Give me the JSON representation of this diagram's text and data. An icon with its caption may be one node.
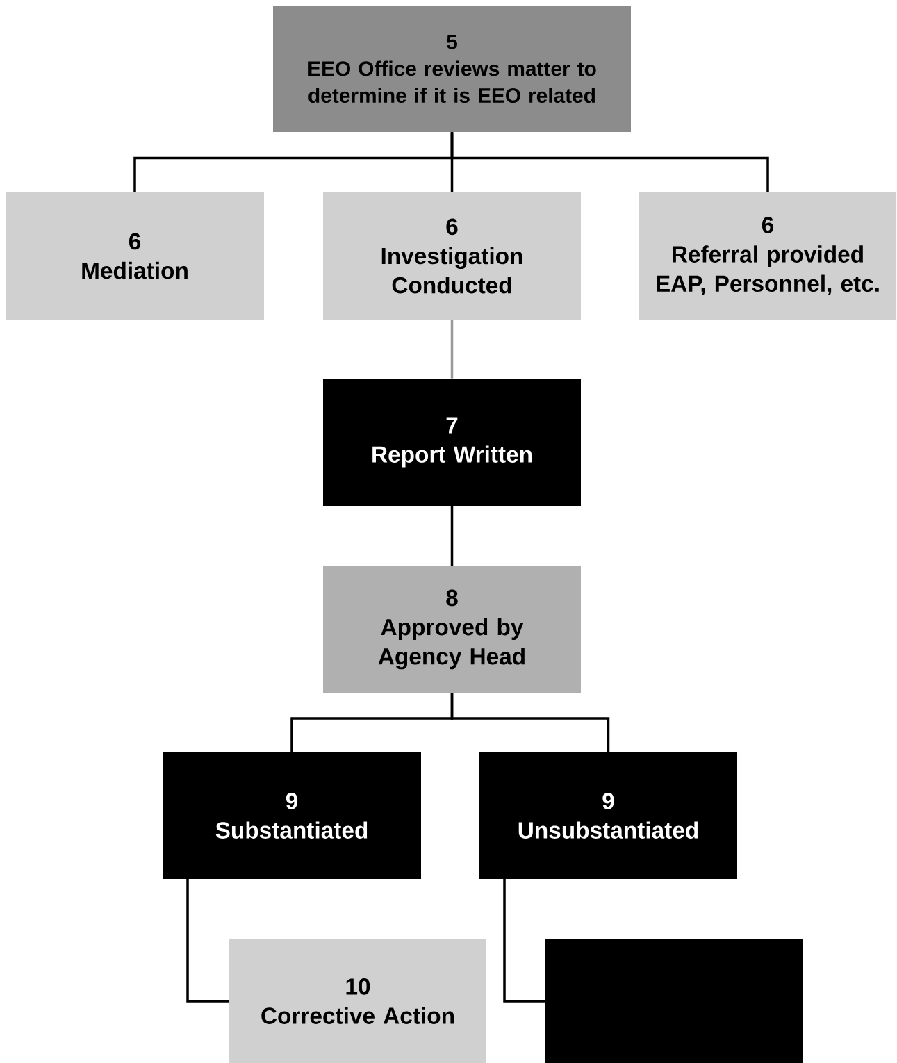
{
  "diagram": {
    "nodes": [
      {
        "text": [
          "5",
          "EEO Office reviews matter to determine if it is EEO related"
        ]
      },
      {
        "text": [
          "6",
          "Mediation"
        ]
      },
      {
        "text": [
          "6",
          "Investigation Conducted"
        ]
      },
      {
        "text": [
          "6",
          "Referral provided EAP, Personnel, etc."
        ]
      },
      {
        "text": [
          "7",
          "Report Written"
        ]
      },
      {
        "text": [
          "8",
          "Approved by Agency Head"
        ]
      },
      {
        "text": [
          "9",
          "Substantiated"
        ]
      },
      {
        "text": [
          "9",
          "Unsubstantiated"
        ]
      },
      {
        "text": [
          "10",
          "Corrective Action"
        ]
      },
      {
        "text": [],
        "shape": "box"
      }
    ],
    "edges": [
      {
        "from": 0,
        "to": 1,
        "arrow": "none"
      },
      {
        "from": 0,
        "to": 2,
        "arrow": "none"
      },
      {
        "from": 0,
        "to": 3,
        "arrow": "none"
      },
      {
        "from": 2,
        "to": 4,
        "arrow": "none",
        "color": "#9a9a9a"
      },
      {
        "from": 4,
        "to": 5,
        "arrow": "none"
      },
      {
        "from": 5,
        "to": 6,
        "arrow": "none"
      },
      {
        "from": 5,
        "to": 7,
        "arrow": "none"
      },
      {
        "from": 6,
        "to": 8,
        "arrow": "none"
      },
      {
        "from": 7,
        "to": 9,
        "arrow": "none"
      }
    ]
  }
}
